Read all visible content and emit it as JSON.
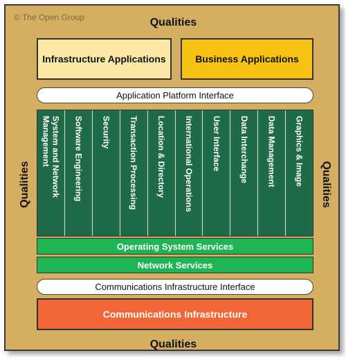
{
  "copyright": "© The Open Group",
  "qualities": {
    "top": "Qualities",
    "bottom": "Qualities",
    "left": "Qualities",
    "right": "Qualities"
  },
  "applications": {
    "infrastructure": "Infrastructure Applications",
    "business": "Business Applications"
  },
  "application_platform_interface": "Application Platform Interface",
  "services": [
    "System and Network Management",
    "Software Engineering",
    "Security",
    "Transaction Processing",
    "Location & Directory",
    "International Operations",
    "User Interface",
    "Data Interchange",
    "Data Management",
    "Graphics & Image"
  ],
  "operating_system_services": "Operating System Services",
  "network_services": "Network Services",
  "communications_infrastructure_interface": "Communications Infrastructure Interface",
  "communications_infrastructure": "Communications Infrastructure",
  "colors": {
    "frame": "#d4af62",
    "infrastructure_applications": "#fde9a6",
    "business_applications": "#f6c214",
    "services": "#1f6b49",
    "bars": "#1fb454",
    "communications_infrastructure": "#f26534"
  }
}
